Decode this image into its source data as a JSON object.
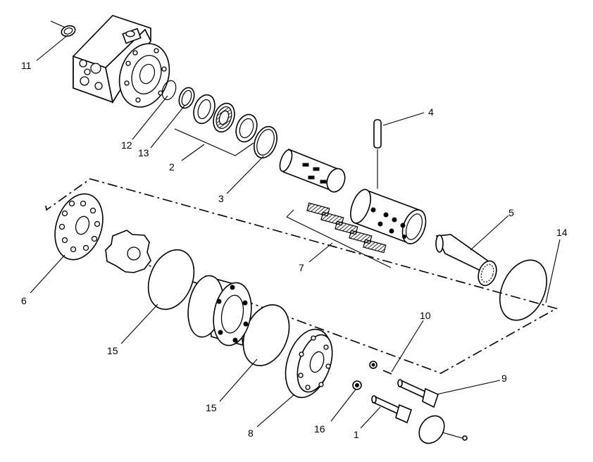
{
  "diagram": {
    "callouts": [
      {
        "id": "c11",
        "label": "11"
      },
      {
        "id": "c12",
        "label": "12"
      },
      {
        "id": "c13",
        "label": "13"
      },
      {
        "id": "c2",
        "label": "2"
      },
      {
        "id": "c3",
        "label": "3"
      },
      {
        "id": "c4",
        "label": "4"
      },
      {
        "id": "c5",
        "label": "5"
      },
      {
        "id": "c14",
        "label": "14"
      },
      {
        "id": "c6",
        "label": "6"
      },
      {
        "id": "c7",
        "label": "7"
      },
      {
        "id": "c15a",
        "label": "15"
      },
      {
        "id": "c15b",
        "label": "15"
      },
      {
        "id": "c10",
        "label": "10"
      },
      {
        "id": "c9",
        "label": "9"
      },
      {
        "id": "c8",
        "label": "8"
      },
      {
        "id": "c16",
        "label": "16"
      },
      {
        "id": "c1",
        "label": "1"
      }
    ]
  }
}
